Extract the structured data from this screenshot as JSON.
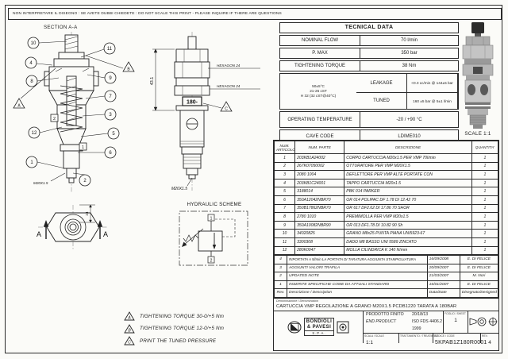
{
  "page": {
    "top_note": "NON INTERPRETARE IL DISEGNO : SE AVETE DUBBI CHIEDETE : DO NOT SCALE THIS PRINT - PLEASE INQUIRE IF THERE ARE QUESTIONS"
  },
  "section_view": {
    "title": "SECTION A-A",
    "balloons": [
      "10",
      "11",
      "4",
      "8",
      "9",
      "7",
      "3",
      "5",
      "12",
      "6",
      "1",
      "2"
    ],
    "flag_a": "A",
    "flag_b": "B",
    "datum_1": "1",
    "datum_2": "2",
    "thread": "M20X1.5"
  },
  "front_view": {
    "dim_height": "43.1",
    "hex1": "HEXAGON 24",
    "hex2": "HEXAGON 24",
    "stamp": "180-",
    "flag_c": "C",
    "thread": "M20X1.5"
  },
  "top_view": {
    "letter_left": "A",
    "letter_right": "A",
    "dim": "24"
  },
  "scheme": {
    "title": "HYDRAULIC SCHEME",
    "port1": "1",
    "port2": "2"
  },
  "render": {
    "caption": "SCALE 1:1"
  },
  "technical_data": {
    "title": "TECNICAL DATA",
    "nominal_flow_label": "NOMINAL FLOW",
    "nominal_flow_value": "70 l/min",
    "p_max_label": "P. MAX",
    "p_max_value": "350 bar",
    "tightening_label": "TIGHTENING TORQUE",
    "tightening_value": "38 Nm",
    "leakage_label": "LEAKAGE",
    "leakage_value": "<0.3 cc/min @ 144±5 bar",
    "tuned_label": "TUNED",
    "tuned_value": "160 ±5 bar @ 5±1 l/min",
    "oil_line1": "50±5°C",
    "oil_line2": "21-26 cST",
    "oil_line3": "H 32 (32 cST@40°C)",
    "temperature_label": "OPERATING TEMPERATURE",
    "temperature_value": "-20 / +90 °C",
    "cave_label": "CAVE CODE",
    "cave_value": "LDIME010"
  },
  "parts_table": {
    "headers": [
      "NUM. ARTICOLO",
      "NUM. PARTE",
      "DESCRIZIONE",
      "QUANTITA'"
    ],
    "rows": [
      {
        "n": "1",
        "p": "203KB1A24002",
        "d": "CORPO CARTUCCIA M20x1.5 PER VMP 70l/min",
        "q": "1"
      },
      {
        "n": "2",
        "p": "267K07050002",
        "d": "OTTURATORE PER VMP M20X1.5",
        "q": "1"
      },
      {
        "n": "3",
        "p": "2080 1004",
        "d": "DEFLETTORE PER VMP ALTE PORTATE CON",
        "q": "1"
      },
      {
        "n": "4",
        "p": "203KB1C24001",
        "d": "TAPPO CARTUCCIA M20x1.5",
        "q": "1"
      },
      {
        "n": "5",
        "p": "3188014",
        "d": "PBK 014 PARKER",
        "q": "1"
      },
      {
        "n": "6",
        "p": "350A12042NBR70",
        "d": "OR 014 POLIPAC DF 1.78 DI 12.42 70",
        "q": "1"
      },
      {
        "n": "7",
        "p": "350B17862NBR70",
        "d": "OR 617 DF2.62 DI 17.86 70 SHOR",
        "q": "1"
      },
      {
        "n": "8",
        "p": "2780 1010",
        "d": "PREMIMOLLA PER VMP M20x1.5",
        "q": "1"
      },
      {
        "n": "9",
        "p": "350A10082NBR90",
        "d": "OR 013 DF1.78 DI 10.82 90 Sh",
        "q": "1"
      },
      {
        "n": "10",
        "p": "34020825",
        "d": "GRANO M8x25 PUNTA PIANA UNI5923-67",
        "q": "1"
      },
      {
        "n": "11",
        "p": "3300308",
        "d": "DADO M8 BASSO UNI 5589 ZINCATO",
        "q": "1"
      },
      {
        "n": "12",
        "p": "280K0047",
        "d": "MOLLA CILINDRICA K 140 N/mm",
        "q": "1"
      }
    ]
  },
  "revisions": {
    "rows": [
      {
        "rev": "4",
        "desc": "RIPORTATA A 5l/min LA PORTATA DI TARATURA AGGIUNTA STAMPIGLIATURA",
        "date": "16/09/2008",
        "by": "E. DI FELICE"
      },
      {
        "rev": "3",
        "desc": "AGGIUNTI VALORI TRAFILA",
        "date": "20/09/2007",
        "by": "E. DI FELICE"
      },
      {
        "rev": "2",
        "desc": "UPDATED NOTE",
        "date": "21/03/2007",
        "by": "M. Nori"
      },
      {
        "rev": "1",
        "desc": "INSERITE SPECIFICHE COME DA ATTUALI STANDARD",
        "date": "16/01/2007",
        "by": "E. DI FELICE"
      }
    ],
    "footer": {
      "rev": "Rev.",
      "desc": "Descrizione / Description",
      "date": "Data/Date",
      "by": "Disegnato/Designed by"
    }
  },
  "denomination": {
    "label": "Denominazione / Denomination",
    "text": "CARTUCCIA VMP REGOLAZIONE A GRANO M20X1.5 PCDB1220 TARATA A 180BAR"
  },
  "notes": [
    {
      "flag": "A",
      "text": "TIGHTENING TORQUE 30-0/+5 Nm"
    },
    {
      "flag": "B",
      "text": "TIGHTENING TORQUE 12-0/+5 Nm"
    },
    {
      "flag": "C",
      "text": "PRINT THE TUNED PRESSURE"
    }
  ],
  "title_block": {
    "company_line1": "BONDIOLI",
    "company_line2": "& PAVESI",
    "company_line3": "S.P.A.",
    "product_label_it": "PRODOTTO FINITO",
    "product_label_en": "END PRODUCT",
    "cleanliness_code": "20/18/13",
    "iso_ref": "ISO FDS 4406.2 1999",
    "sheet_label": "FOGLIO / SHEET",
    "sheet_value": "1",
    "scale_label": "SCALA / SCALE",
    "scale_value": "1:1",
    "treatment_label": "TRATTAMENTO / TREATMENT",
    "treatment_value": "",
    "code_label": "CODICE / CODE",
    "code_value": "5KPAB1Z180R0001",
    "rev_label": "REV.",
    "rev_value": "4"
  }
}
